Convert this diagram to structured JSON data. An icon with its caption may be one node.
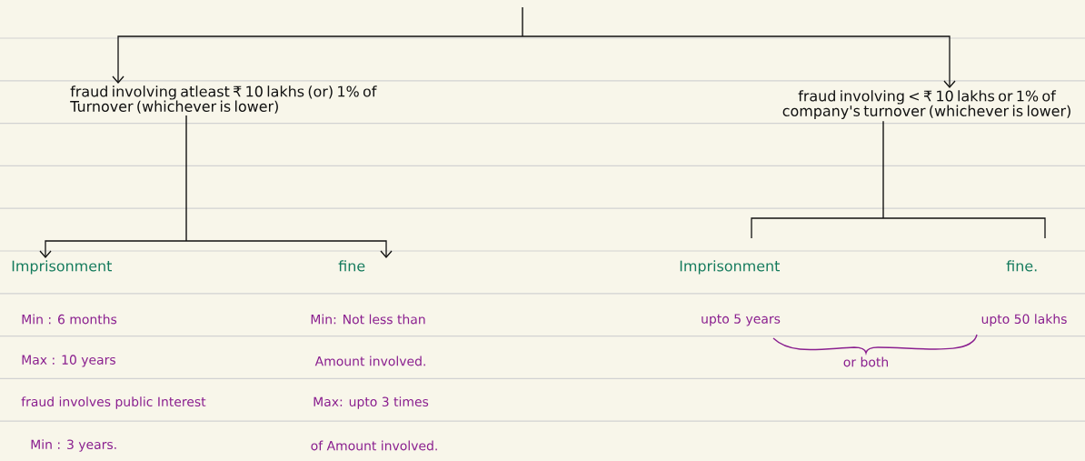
{
  "diagram": {
    "nodes": [
      {
        "text": [
          "fraud involving atleast ₹ 10 lakhs (or) 1% of Turnover (whichever is lower)"
        ]
      },
      {
        "text": [
          "fraud involving < ₹ 10 lakhs or 1% of company's turnover (whichever is lower)"
        ]
      },
      {
        "text": [
          "Imprisonment"
        ]
      },
      {
        "text": [
          "fine"
        ]
      },
      {
        "text": [
          "Imprisonment"
        ]
      },
      {
        "text": [
          "fine."
        ]
      }
    ],
    "edges": [
      {
        "from": null,
        "to": 0,
        "arrow": "to"
      },
      {
        "from": null,
        "to": 1,
        "arrow": "to"
      },
      {
        "from": 0,
        "to": 2,
        "arrow": "to"
      },
      {
        "from": 0,
        "to": 3,
        "arrow": "to"
      },
      {
        "from": 1,
        "to": 4,
        "arrow": "none"
      },
      {
        "from": 1,
        "to": 5,
        "arrow": "none"
      }
    ],
    "labels": [
      "Min : 6 months",
      "Min: Not less than",
      "Max : 10 years",
      "Amount involved.",
      "fraud involves public Interest",
      "Max: upto 3 times",
      "Min : 3 years.",
      "of Amount involved.",
      "upto 5 years",
      "upto 50 lakhs",
      "or both"
    ]
  }
}
